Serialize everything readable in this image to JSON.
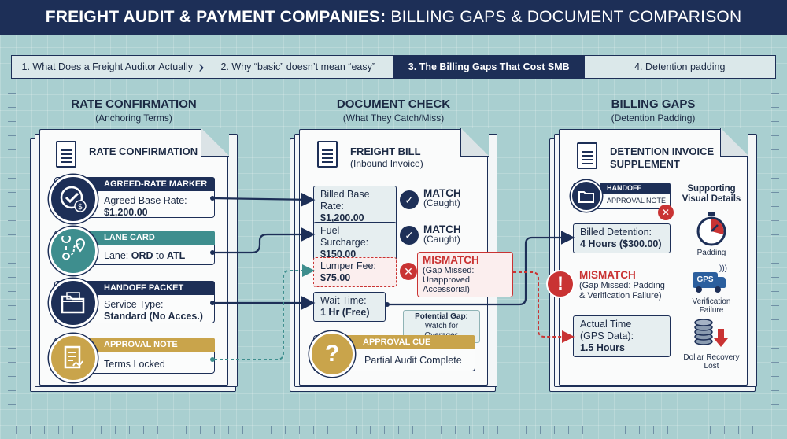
{
  "title": {
    "bold": "FREIGHT AUDIT & PAYMENT COMPANIES:",
    "light": " BILLING GAPS & DOCUMENT COMPARISON"
  },
  "tabs": [
    {
      "label": "1. What Does a Freight Auditor Actually",
      "active": false
    },
    {
      "label": "2. Why “basic” doesn’t mean “easy”",
      "active": false
    },
    {
      "label": "3. The Billing Gaps That Cost SMB",
      "active": true
    },
    {
      "label": "4. Detention padding",
      "active": false
    }
  ],
  "columns": {
    "left": {
      "heading": "RATE CONFIRMATION",
      "sub": "(Anchoring Terms)",
      "doc_title": "RATE CONFIRMATION",
      "cards": [
        {
          "tag": "AGREED-RATE MARKER",
          "line1": "Agreed Base Rate:",
          "line2": "$1,200.00",
          "color": "#1d2f57",
          "icon": "check-dollar-icon"
        },
        {
          "tag": "LANE CARD",
          "line1": "Lane: ",
          "bold1": "ORD",
          "mid": " to ",
          "bold2": "ATL",
          "color": "#3e8e8e",
          "icon": "route-pin-icon"
        },
        {
          "tag": "HANDOFF PACKET",
          "line1": "Service Type:",
          "line2": "Standard (No Acces.)",
          "color": "#1d2f57",
          "icon": "folder-icon"
        },
        {
          "tag": "APPROVAL NOTE",
          "line1": "Terms Locked",
          "color": "#c9a44b",
          "icon": "signed-note-icon"
        }
      ]
    },
    "middle": {
      "heading": "DOCUMENT CHECK",
      "sub": "(What They Catch/Miss)",
      "doc_title": "FREIGHT BILL",
      "doc_sub": "(Inbound Invoice)",
      "rows": [
        {
          "label": "Billed Base Rate:",
          "value": "$1,200.00",
          "status": "MATCH",
          "status_sub": "(Caught)"
        },
        {
          "label": "Fuel Surcharge:",
          "value": "$150.00",
          "status": "MATCH",
          "status_sub": "(Caught)"
        },
        {
          "label": "Lumper Fee:",
          "value": "$75.00",
          "status": "MISMATCH",
          "status_sub1": "(Gap Missed:",
          "status_sub2": "Unapproved Accessorial)"
        },
        {
          "label": "Wait Time:",
          "value": "1 Hr (Free)"
        }
      ],
      "potential_gap": {
        "title": "Potential Gap:",
        "text": "Watch for Overages"
      },
      "approval_cue": {
        "tag": "APPROVAL CUE",
        "text": "Partial Audit Complete",
        "icon": "question-icon"
      }
    },
    "right": {
      "heading": "BILLING GAPS",
      "sub": "(Detention Padding)",
      "doc_title_1": "DETENTION INVOICE",
      "doc_title_2": "SUPPLEMENT",
      "handoff": {
        "tag": "HANDOFF PACKET",
        "text": "APPROVAL NOTE"
      },
      "billed": {
        "label": "Billed Detention:",
        "value": "4 Hours ($300.00)"
      },
      "mismatch": {
        "title": "MISMATCH",
        "line1": "(Gap Missed: Padding",
        "line2": "& Verification Failure)"
      },
      "actual": {
        "label1": "Actual Time",
        "label2": "(GPS Data):",
        "value": "1.5 Hours"
      },
      "supporting": {
        "heading1": "Supporting",
        "heading2": "Visual Details",
        "items": [
          {
            "label": "Padding",
            "icon": "stopwatch-icon"
          },
          {
            "label1": "Verification",
            "label2": "Failure",
            "icon": "gps-truck-icon",
            "badge": "GPS"
          },
          {
            "label1": "Dollar Recovery",
            "label2": "Lost",
            "icon": "coins-down-icon"
          }
        ]
      }
    }
  },
  "colors": {
    "navy": "#1d2f57",
    "teal": "#3e8e8e",
    "gold": "#c9a44b",
    "red": "#c93333",
    "bg": "#a9cfd0"
  }
}
